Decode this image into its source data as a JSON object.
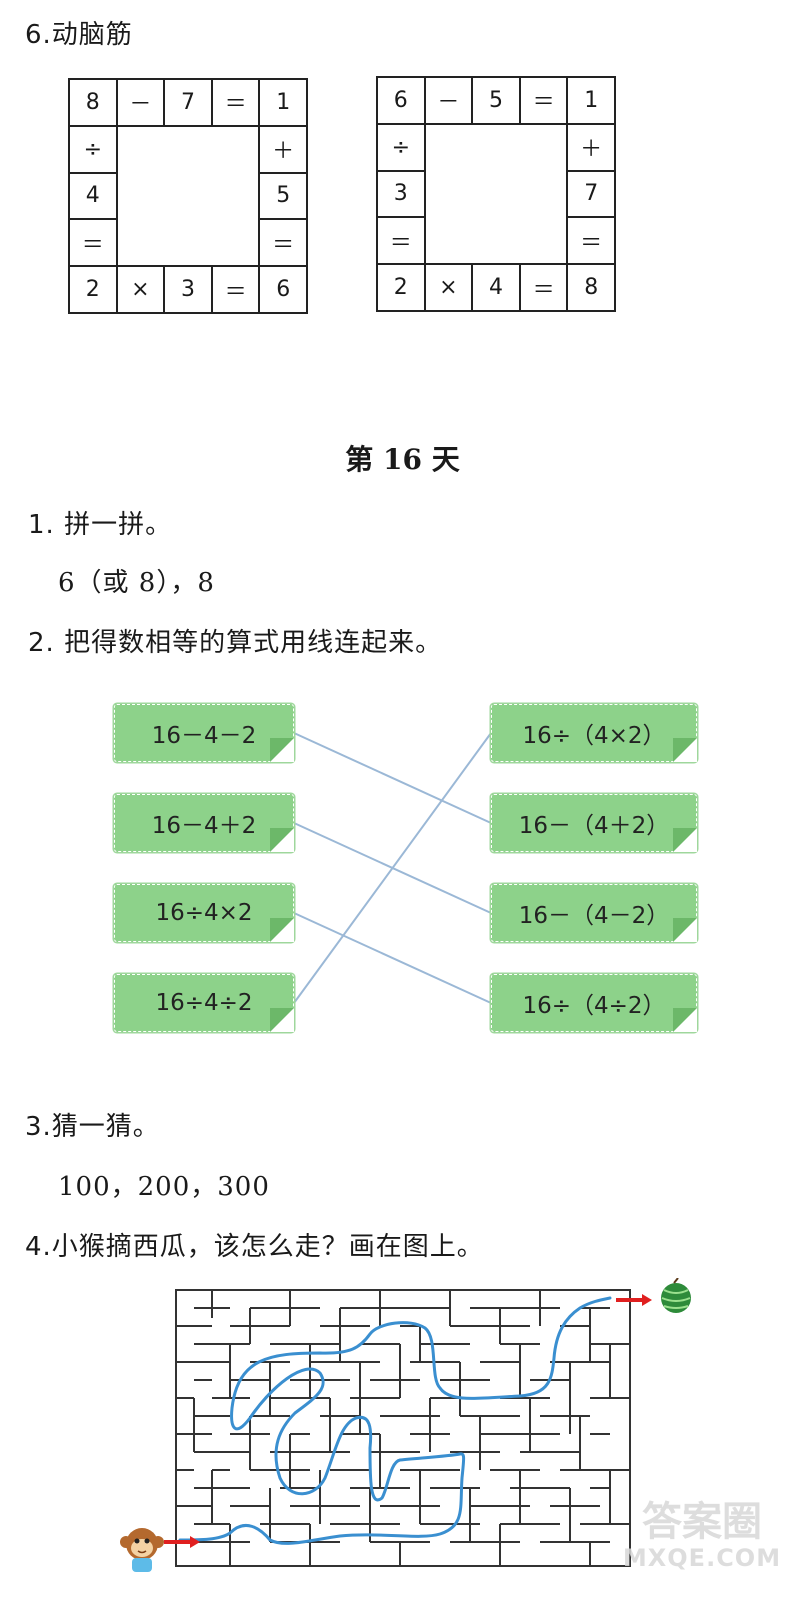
{
  "q6": {
    "heading": "6.动脑筋",
    "grid1": {
      "top": [
        "8",
        "－",
        "7",
        "＝",
        "1"
      ],
      "left": [
        "÷",
        "4",
        "＝"
      ],
      "right": [
        "＋",
        "5",
        "＝"
      ],
      "bottom": [
        "2",
        "×",
        "3",
        "＝",
        "6"
      ]
    },
    "grid2": {
      "top": [
        "6",
        "－",
        "5",
        "＝",
        "1"
      ],
      "left": [
        "÷",
        "3",
        "＝"
      ],
      "right": [
        "＋",
        "7",
        "＝"
      ],
      "bottom": [
        "2",
        "×",
        "4",
        "＝",
        "8"
      ]
    }
  },
  "day_title": "第 16 天",
  "q1": {
    "heading": "1. 拼一拼。",
    "answer": "6（或 8），8"
  },
  "q2": {
    "heading": "2. 把得数相等的算式用线连起来。",
    "left": [
      "16－4－2",
      "16－4＋2",
      "16÷4×2",
      "16÷4÷2"
    ],
    "right": [
      "16÷（4×2）",
      "16－（4＋2）",
      "16－（4－2）",
      "16÷（4÷2）"
    ],
    "connections": [
      [
        0,
        1
      ],
      [
        1,
        2
      ],
      [
        2,
        3
      ],
      [
        3,
        0
      ]
    ]
  },
  "q3": {
    "heading": "3.猜一猜。",
    "answer": "100，200，300"
  },
  "q4": {
    "heading": "4.小猴摘西瓜，该怎么走？画在图上。",
    "start_icon": "monkey-icon",
    "end_icon": "watermelon-icon",
    "path_color": "#3a8fd0",
    "arrow_color": "#e02020"
  },
  "watermark": {
    "text_cn": "答案圈",
    "text_en": "MXQE.COM"
  },
  "colors": {
    "box_fill": "#8dd28a",
    "line": "#9bb8d6"
  }
}
